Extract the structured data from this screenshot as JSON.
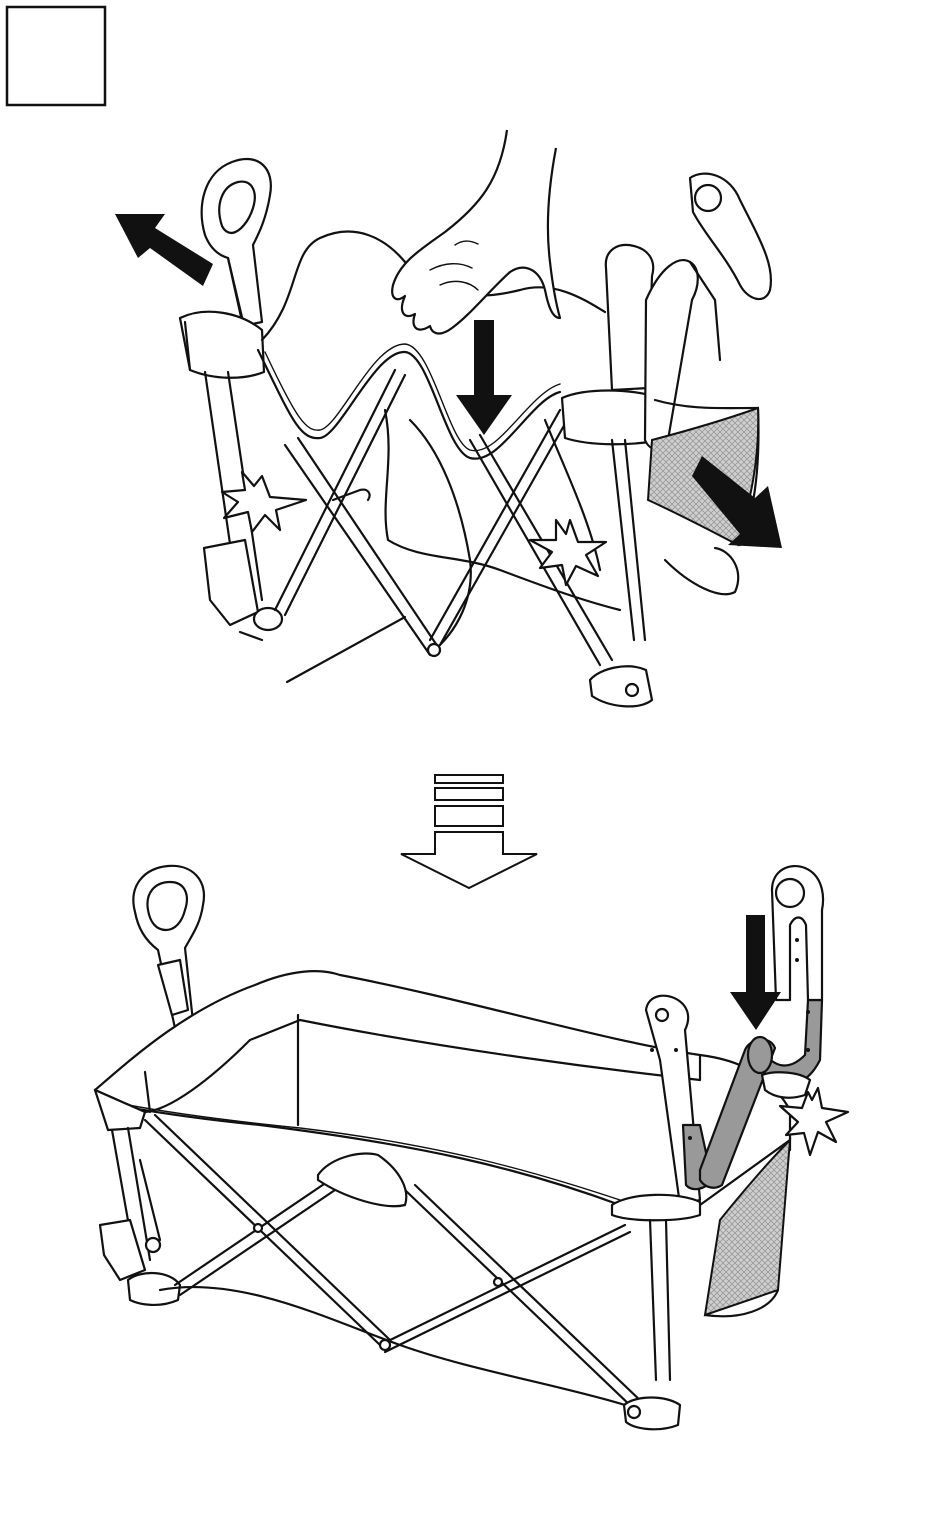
{
  "step_box": {
    "label": ""
  },
  "palette": {
    "ink": "#111111",
    "paper": "#ffffff",
    "highlight": "#999999",
    "mesh": "#bdbdbd"
  },
  "top_figure": {
    "arrows": [
      "push-down-arrow",
      "pull-left-arrow",
      "pull-right-arrow"
    ],
    "click_marks": 2
  },
  "transition": {
    "icon": "down-transition-arrow-icon"
  },
  "bottom_figure": {
    "arrows": [
      "push-down-arrow"
    ],
    "click_marks": 1
  }
}
